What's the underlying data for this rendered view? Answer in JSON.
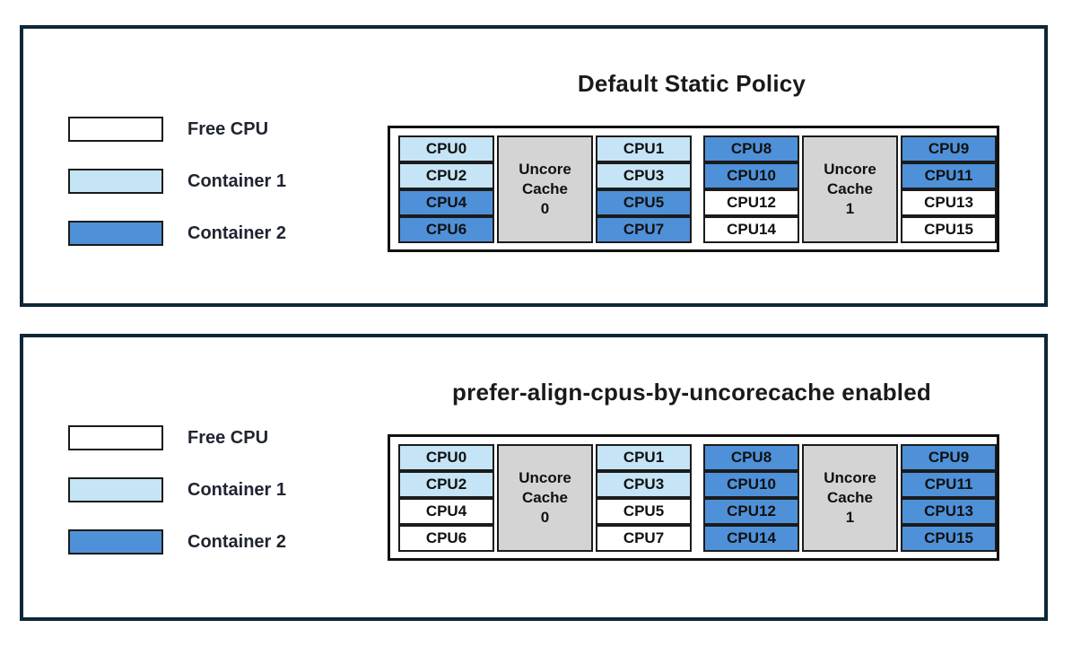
{
  "colors": {
    "free": "#ffffff",
    "container1": "#c5e4f5",
    "container2": "#4e91d9",
    "cache": "#d4d4d4",
    "panel_border": "#0d2737",
    "cell_border": "#1b1b1b",
    "title_text": "#1a1a1a",
    "legend_text": "#1f2430"
  },
  "legend": {
    "items": [
      {
        "key": "free",
        "label": "Free CPU"
      },
      {
        "key": "container1",
        "label": "Container 1"
      },
      {
        "key": "container2",
        "label": "Container 2"
      }
    ]
  },
  "panels": [
    {
      "title": "Default Static Policy",
      "groups": [
        {
          "cache_lines": [
            "Uncore",
            "Cache",
            "0"
          ],
          "left_cpus": [
            {
              "label": "CPU0",
              "state": "container1"
            },
            {
              "label": "CPU2",
              "state": "container1"
            },
            {
              "label": "CPU4",
              "state": "container2"
            },
            {
              "label": "CPU6",
              "state": "container2"
            }
          ],
          "right_cpus": [
            {
              "label": "CPU1",
              "state": "container1"
            },
            {
              "label": "CPU3",
              "state": "container1"
            },
            {
              "label": "CPU5",
              "state": "container2"
            },
            {
              "label": "CPU7",
              "state": "container2"
            }
          ]
        },
        {
          "cache_lines": [
            "Uncore",
            "Cache",
            "1"
          ],
          "left_cpus": [
            {
              "label": "CPU8",
              "state": "container2"
            },
            {
              "label": "CPU10",
              "state": "container2"
            },
            {
              "label": "CPU12",
              "state": "free"
            },
            {
              "label": "CPU14",
              "state": "free"
            }
          ],
          "right_cpus": [
            {
              "label": "CPU9",
              "state": "container2"
            },
            {
              "label": "CPU11",
              "state": "container2"
            },
            {
              "label": "CPU13",
              "state": "free"
            },
            {
              "label": "CPU15",
              "state": "free"
            }
          ]
        }
      ]
    },
    {
      "title": "prefer-align-cpus-by-uncorecache enabled",
      "groups": [
        {
          "cache_lines": [
            "Uncore",
            "Cache",
            "0"
          ],
          "left_cpus": [
            {
              "label": "CPU0",
              "state": "container1"
            },
            {
              "label": "CPU2",
              "state": "container1"
            },
            {
              "label": "CPU4",
              "state": "free"
            },
            {
              "label": "CPU6",
              "state": "free"
            }
          ],
          "right_cpus": [
            {
              "label": "CPU1",
              "state": "container1"
            },
            {
              "label": "CPU3",
              "state": "container1"
            },
            {
              "label": "CPU5",
              "state": "free"
            },
            {
              "label": "CPU7",
              "state": "free"
            }
          ]
        },
        {
          "cache_lines": [
            "Uncore",
            "Cache",
            "1"
          ],
          "left_cpus": [
            {
              "label": "CPU8",
              "state": "container2"
            },
            {
              "label": "CPU10",
              "state": "container2"
            },
            {
              "label": "CPU12",
              "state": "container2"
            },
            {
              "label": "CPU14",
              "state": "container2"
            }
          ],
          "right_cpus": [
            {
              "label": "CPU9",
              "state": "container2"
            },
            {
              "label": "CPU11",
              "state": "container2"
            },
            {
              "label": "CPU13",
              "state": "container2"
            },
            {
              "label": "CPU15",
              "state": "container2"
            }
          ]
        }
      ]
    }
  ]
}
